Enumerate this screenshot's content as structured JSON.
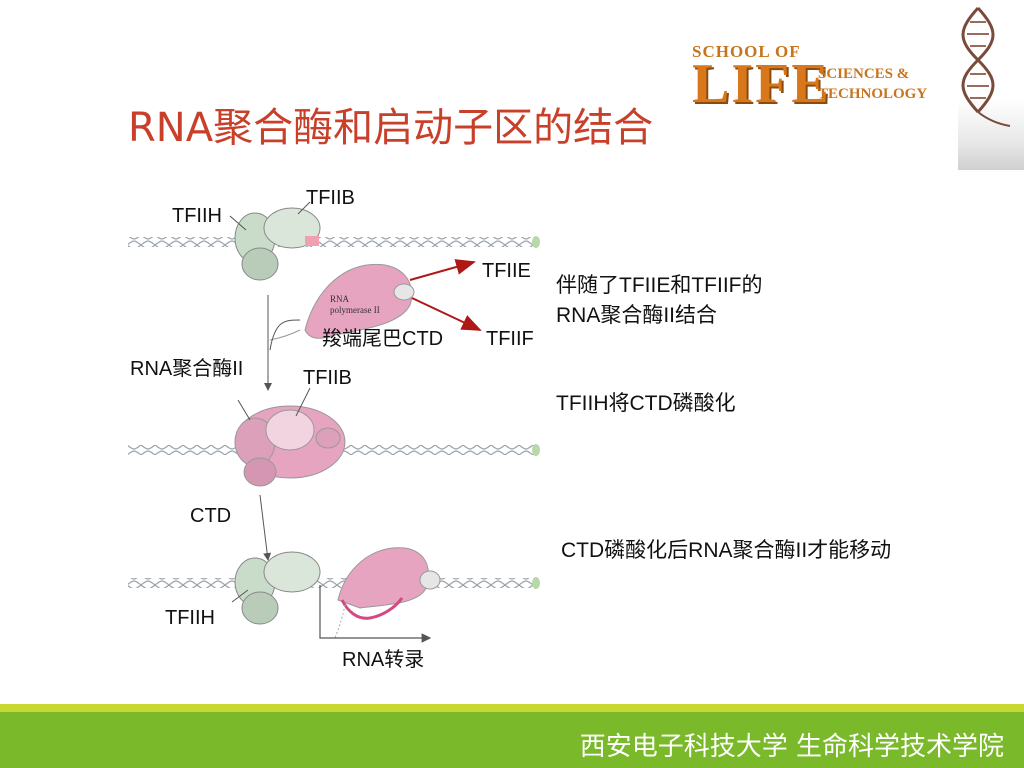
{
  "slide": {
    "title": "RNA聚合酶和启动子区的结合"
  },
  "logo": {
    "school": "SCHOOL OF",
    "life": "LIFE",
    "sciences": "SCIENCES &",
    "technology": "TECHNOLOGY"
  },
  "figure": {
    "labels": {
      "tfiib_top": "TFIIB",
      "tfiih_top": "TFIIH",
      "tfiie": "TFIIE",
      "ctd_tail": "羧端尾巴CTD",
      "tfiif": "TFIIF",
      "rna_pol_ii": "RNA聚合酶II",
      "tfiib_mid": "TFIIB",
      "ctd": "CTD",
      "tfiih_bottom": "TFIIH",
      "rna_transcription": "RNA转录",
      "pol_inner_line1": "RNA",
      "pol_inner_line2": "polymerase II"
    }
  },
  "notes": {
    "note1_line1": "伴随了TFIIE和TFIIF的",
    "note1_line2": "RNA聚合酶II结合",
    "note2": "TFIIH将CTD磷酸化",
    "note3": "CTD磷酸化后RNA聚合酶II才能移动"
  },
  "footer": {
    "text": "西安电子科技大学  生命科学技术学院"
  },
  "colors": {
    "title": "#c8402a",
    "footer_bg": "#7ab929",
    "arrow": "#b01818",
    "polymerase_pink": "#e6a4c0",
    "factor_green": "#c9dcc9",
    "logo_orange": "#d9781a"
  }
}
